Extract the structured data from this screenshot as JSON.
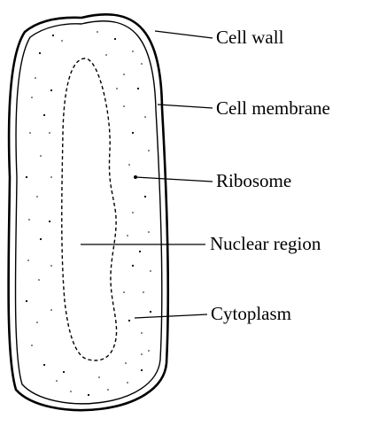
{
  "diagram": {
    "labels": {
      "cell_wall": "Cell wall",
      "cell_membrane": "Cell membrane",
      "ribosome": "Ribosome",
      "nuclear_region": "Nuclear region",
      "cytoplasm": "Cytoplasm"
    },
    "colors": {
      "ink": "#000000",
      "fill": "#ffffff"
    }
  }
}
